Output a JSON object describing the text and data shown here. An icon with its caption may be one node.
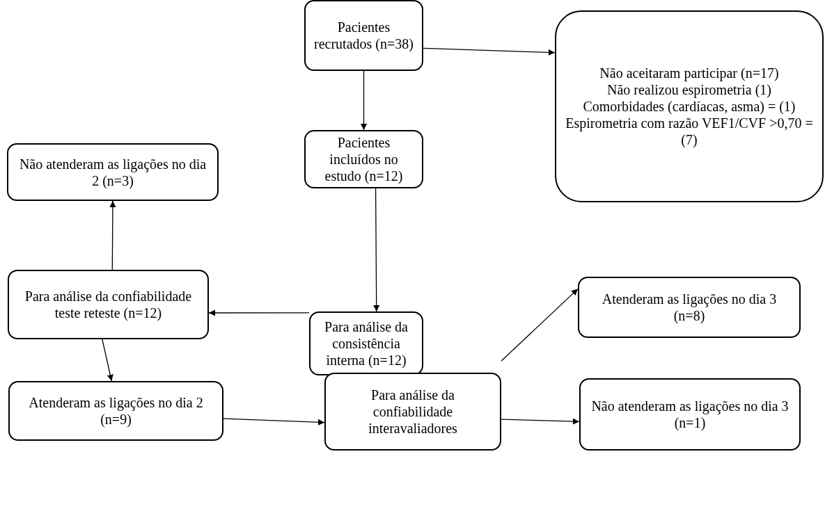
{
  "diagram": {
    "nodes": [
      {
        "text": [
          "Pacientes recrutados (n=38)"
        ]
      },
      {
        "text": [
          "Não aceitaram participar (n=17)",
          "Não realizou espirometria (1)",
          "Comorbidades (cardíacas, asma) = (1)",
          "Espirometria com razão VEF1/CVF >0,70 = (7)"
        ]
      },
      {
        "text": [
          "Pacientes incluídos no estudo (n=12)"
        ]
      },
      {
        "text": [
          "Não atenderam as ligações no dia 2 (n=3)"
        ]
      },
      {
        "text": [
          "Para análise da consistência interna (n=12)"
        ]
      },
      {
        "text": [
          "Para análise da confiabilidade teste reteste (n=12)"
        ]
      },
      {
        "text": [
          "Atenderam as ligações no dia 2 (n=9)"
        ]
      },
      {
        "text": [
          "Para análise da confiabilidade interavaliadores"
        ]
      },
      {
        "text": [
          "Atenderam as ligações no dia 3 (n=8)"
        ]
      },
      {
        "text": [
          "Não atenderam as ligações no dia 3 (n=1)"
        ]
      }
    ],
    "edges": [
      {
        "from": 0,
        "to": 1,
        "arrow": "to"
      },
      {
        "from": 0,
        "to": 2,
        "arrow": "to"
      },
      {
        "from": 2,
        "to": 4,
        "arrow": "to"
      },
      {
        "from": 4,
        "to": 5,
        "arrow": "to"
      },
      {
        "from": 5,
        "to": 3,
        "arrow": "to"
      },
      {
        "from": 5,
        "to": 6,
        "arrow": "to"
      },
      {
        "from": 6,
        "to": 7,
        "arrow": "to"
      },
      {
        "from": 7,
        "to": 8,
        "arrow": "to"
      },
      {
        "from": 7,
        "to": 9,
        "arrow": "to"
      }
    ]
  }
}
